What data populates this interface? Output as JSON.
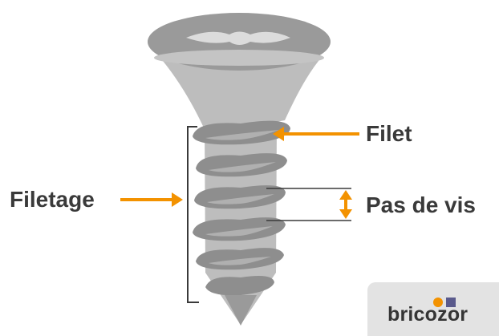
{
  "labels": {
    "filet": "Filet",
    "filetage": "Filetage",
    "pas_de_vis": "Pas de vis"
  },
  "brand": {
    "name": "bricozor"
  },
  "colors": {
    "accent": "#f39200",
    "label_text": "#3a3a3a",
    "screw_head": "#9a9a9a",
    "screw_shank": "#bdbdbd",
    "screw_thread": "#8e8e8e",
    "brand_background": "#e3e3e3",
    "brand_square": "#5a5a8c"
  },
  "icons": [
    "screw-illustration",
    "arrow-icon",
    "double-arrow-icon",
    "bracket"
  ]
}
